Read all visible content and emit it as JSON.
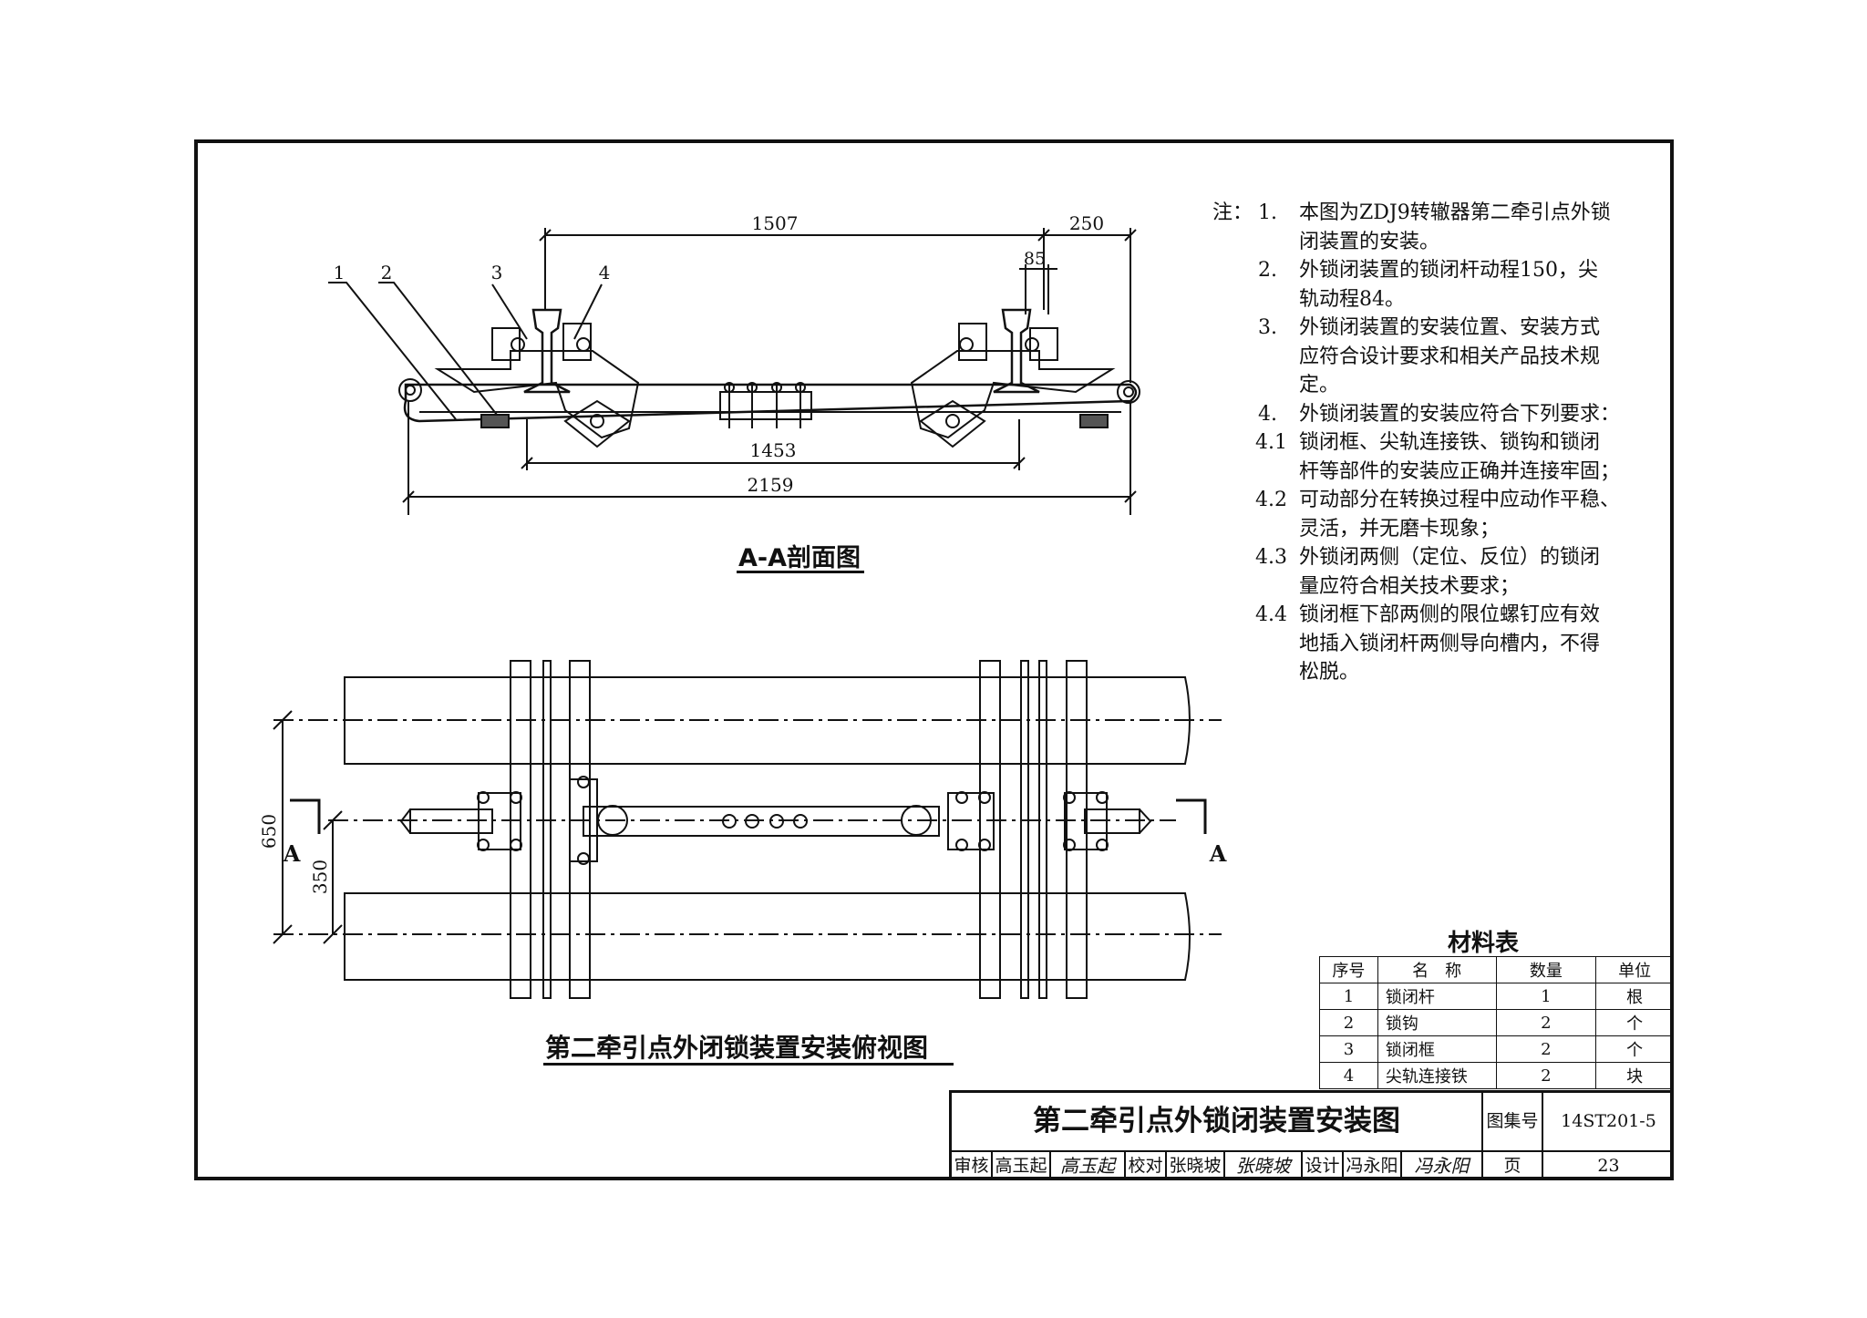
{
  "notes": {
    "head": "注：",
    "items": [
      {
        "num": "1.",
        "lines": [
          "本图为ZDJ9转辙器第二牵引点外锁",
          "闭装置的安装。"
        ]
      },
      {
        "num": "2.",
        "lines": [
          "外锁闭装置的锁闭杆动程150，尖",
          "轨动程84。"
        ]
      },
      {
        "num": "3.",
        "lines": [
          "外锁闭装置的安装位置、安装方式",
          "应符合设计要求和相关产品技术规",
          "定。"
        ]
      },
      {
        "num": "4.",
        "lines": [
          "外锁闭装置的安装应符合下列要求："
        ]
      }
    ],
    "subitems": [
      {
        "num": "4.1",
        "lines": [
          "锁闭框、尖轨连接铁、锁钩和锁闭",
          "杆等部件的安装应正确并连接牢固；"
        ]
      },
      {
        "num": "4.2",
        "lines": [
          "可动部分在转换过程中应动作平稳、",
          "灵活，并无磨卡现象；"
        ]
      },
      {
        "num": "4.3",
        "lines": [
          "外锁闭两侧（定位、反位）的锁闭",
          "量应符合相关技术要求；"
        ]
      },
      {
        "num": "4.4",
        "lines": [
          "锁闭框下部两侧的限位螺钉应有效",
          "地插入锁闭杆两侧导向槽内，不得",
          "松脱。"
        ]
      }
    ]
  },
  "section_view": {
    "caption": "A-A剖面图",
    "dims": {
      "d1507": "1507",
      "d250": "250",
      "d85": "85",
      "d1453": "1453",
      "d2159": "2159"
    },
    "callouts": {
      "c1": "1",
      "c2": "2",
      "c3": "3",
      "c4": "4"
    }
  },
  "top_view": {
    "caption": "第二牵引点外闭锁装置安装俯视图",
    "dims": {
      "d650": "650",
      "d350": "350"
    },
    "section_mark": "A"
  },
  "materials": {
    "title": "材料表",
    "headers": [
      "序号",
      "名　称",
      "数量",
      "单位"
    ],
    "rows": [
      [
        "1",
        "锁闭杆",
        "1",
        "根"
      ],
      [
        "2",
        "锁钩",
        "2",
        "个"
      ],
      [
        "3",
        "锁闭框",
        "2",
        "个"
      ],
      [
        "4",
        "尖轨连接铁",
        "2",
        "块"
      ]
    ]
  },
  "title_block": {
    "title": "第二牵引点外锁闭装置安装图",
    "atlas_label": "图集号",
    "atlas_no": "14ST201-5",
    "review_label": "审核",
    "reviewer": "高玉起",
    "reviewer_sig": "高玉起",
    "check_label": "校对",
    "checker": "张晓坡",
    "checker_sig": "张晓坡",
    "design_label": "设计",
    "designer": "冯永阳",
    "designer_sig": "冯永阳",
    "page_label": "页",
    "page_no": "23"
  }
}
